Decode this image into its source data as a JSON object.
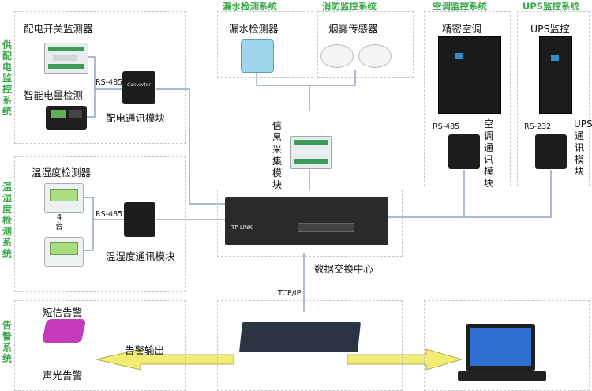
{
  "systems": {
    "power": "供配电监控系统",
    "th": "温湿度检测系统",
    "alarm": "告警系统",
    "leak": "漏水检测系统",
    "fire": "消防监控系统",
    "ac": "空调监控系统",
    "ups": "UPS监控系统"
  },
  "labels": {
    "power_detector": "配电开关监测器",
    "smart_meter": "智能电量检测",
    "power_comm": "配电通讯模块",
    "rs485_power": "RS-485",
    "th_detector": "温湿度检测器",
    "th_count": "4台",
    "th_comm": "温湿度通讯模块",
    "rs485_th": "RS-485",
    "leak_detector": "漏水检测器",
    "smoke_sensor": "烟雾传感器",
    "info_module": "信息采集模块",
    "precision_ac": "精密空调",
    "rs485_ac": "RS-485",
    "ac_comm": "空调通讯模块",
    "ups_monitor": "UPS监控",
    "rs232_ups": "RS-232",
    "ups_comm": "UPS通讯模块",
    "switch_center": "数据交换中心",
    "tcpip": "TCP/IP",
    "sms_alarm": "短信告警",
    "sound_light_alarm": "声光告警",
    "alarm_output": "告警输出",
    "switch_brand": "TP-LINK",
    "converter_text": "Converter"
  },
  "colors": {
    "system_title": "#39a84a",
    "wire": "#7a8fb0",
    "arrow_fill": "#f2ec73",
    "device_dark": "#1d1d1d"
  }
}
